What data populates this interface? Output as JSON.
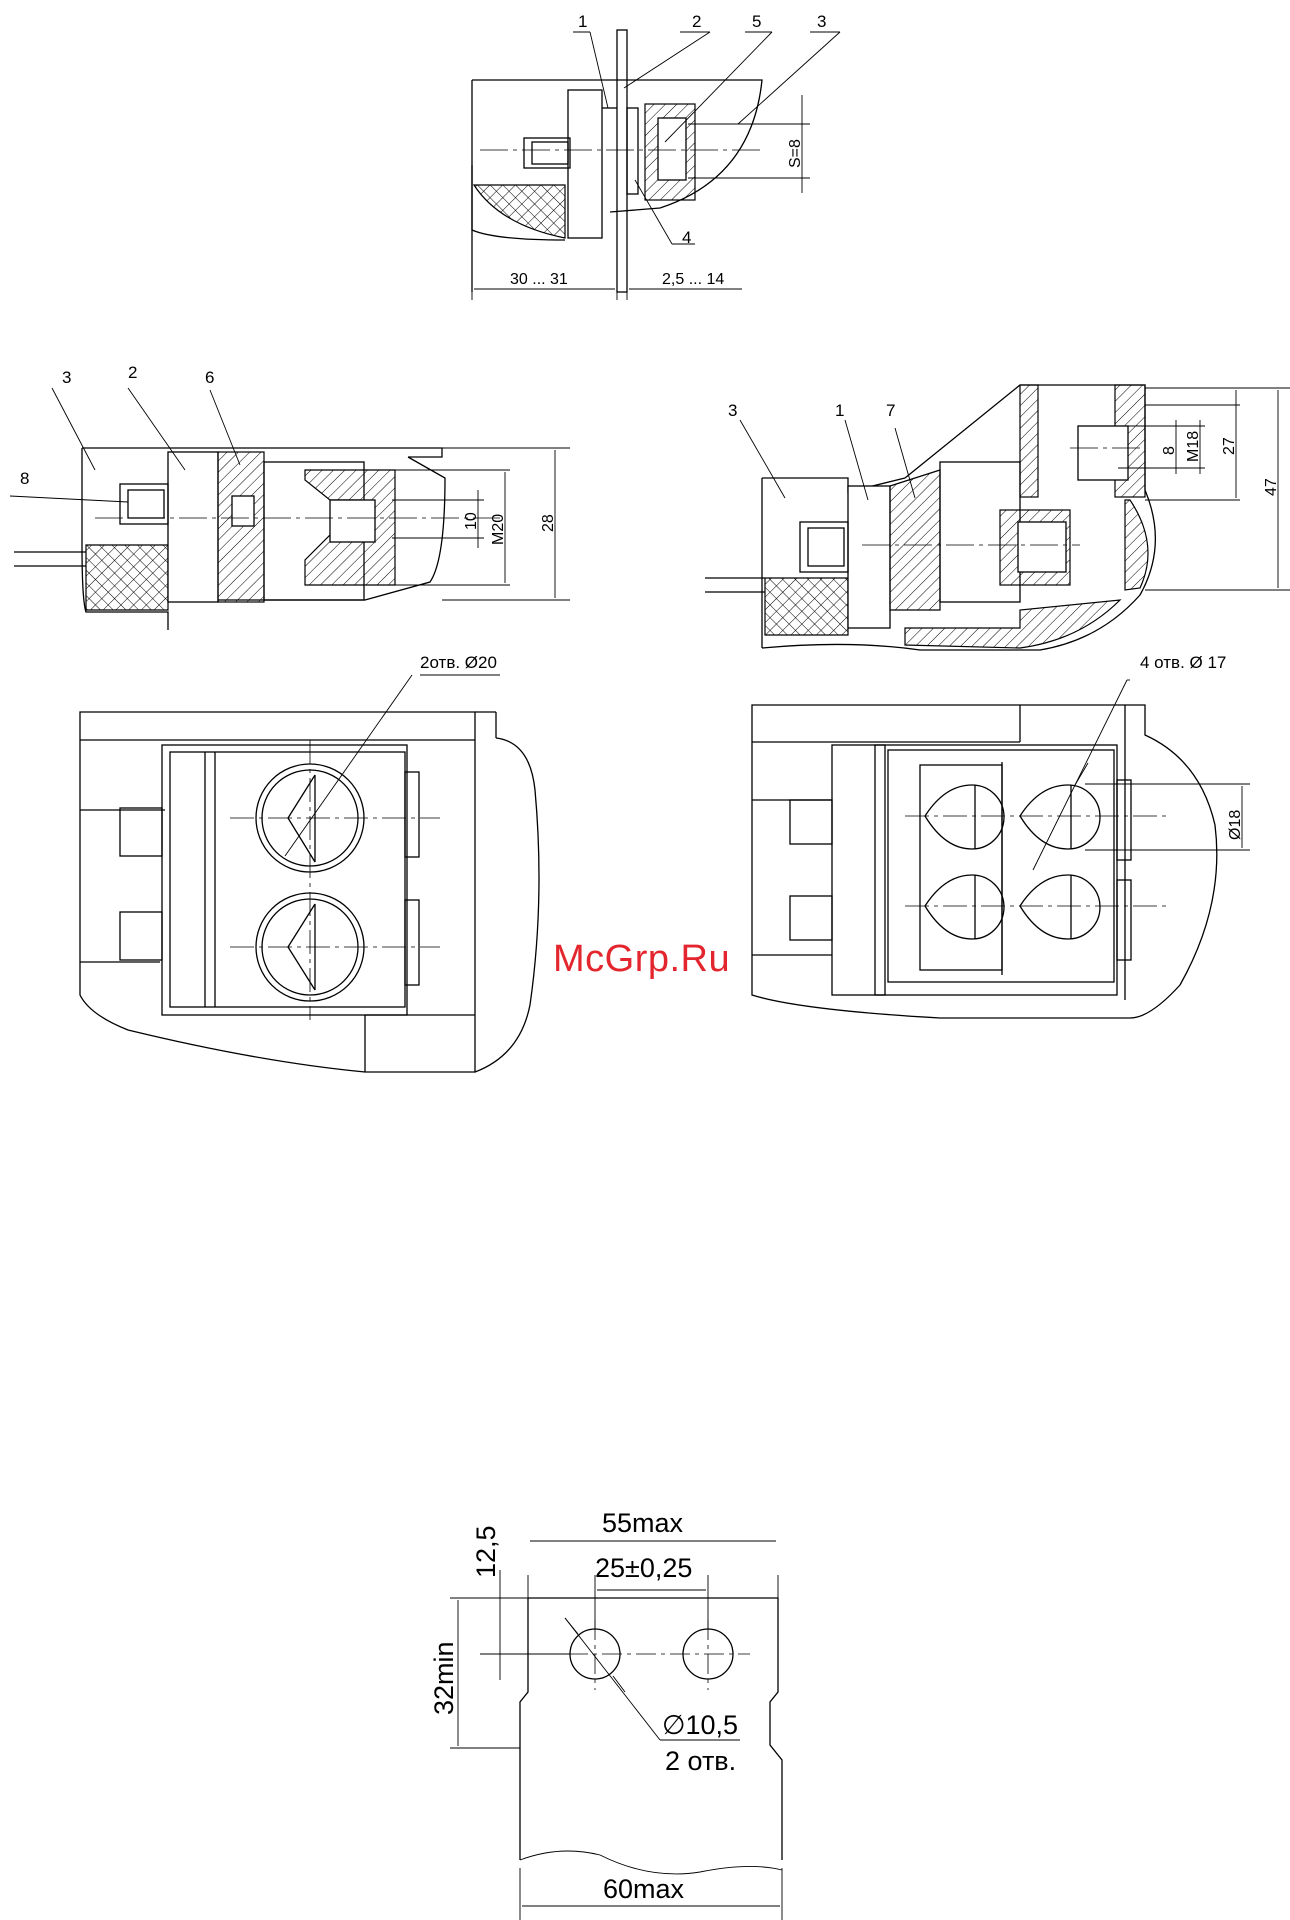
{
  "watermark": "McGrp.Ru",
  "view_top": {
    "labels": [
      "1",
      "2",
      "5",
      "3",
      "4"
    ],
    "dims": [
      "S=8",
      "30 ... 31",
      "2,5 ... 14"
    ]
  },
  "view_left": {
    "labels": [
      "3",
      "2",
      "6",
      "8"
    ],
    "dims": [
      "10",
      "M20",
      "28"
    ],
    "callout": "2отв. Ø20"
  },
  "view_right": {
    "labels": [
      "3",
      "1",
      "7"
    ],
    "dims": [
      "8",
      "M18",
      "27",
      "47",
      "Ø18"
    ],
    "callout": "4 отв. Ø 17"
  },
  "plate": {
    "dims": [
      "55max",
      "25±0,25",
      "12,5",
      "32min",
      "∅10,5",
      "2 отв.",
      "60max"
    ]
  }
}
